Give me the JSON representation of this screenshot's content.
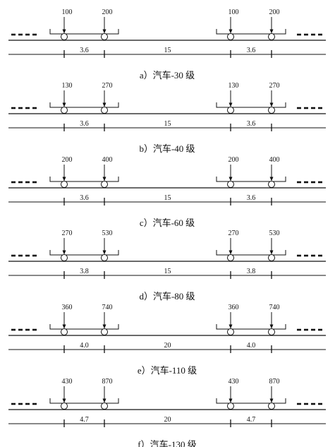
{
  "title": "",
  "panels": [
    {
      "id": "a",
      "caption": "a）汽车-30 级",
      "front_load": "100",
      "rear_load": "200",
      "axle_spacing": "3.6",
      "gap": "15"
    },
    {
      "id": "b",
      "caption": "b）汽车-40 级",
      "front_load": "130",
      "rear_load": "270",
      "axle_spacing": "3.6",
      "gap": "15"
    },
    {
      "id": "c",
      "caption": "c）汽车-60 级",
      "front_load": "200",
      "rear_load": "400",
      "axle_spacing": "3.6",
      "gap": "15"
    },
    {
      "id": "d",
      "caption": "d）汽车-80 级",
      "front_load": "270",
      "rear_load": "530",
      "axle_spacing": "3.8",
      "gap": "15"
    },
    {
      "id": "e",
      "caption": "e）汽车-110 级",
      "front_load": "360",
      "rear_load": "740",
      "axle_spacing": "4.0",
      "gap": "20"
    },
    {
      "id": "f",
      "caption": "f）汽车-130 级",
      "front_load": "430",
      "rear_load": "870",
      "axle_spacing": "4.7",
      "gap": "20"
    }
  ],
  "colors": {
    "line": "#111111",
    "background": "#ffffff"
  },
  "icons": {
    "continuation": "dash-marks-icon",
    "load": "down-arrow-icon",
    "wheel": "wheel-circle-icon"
  }
}
